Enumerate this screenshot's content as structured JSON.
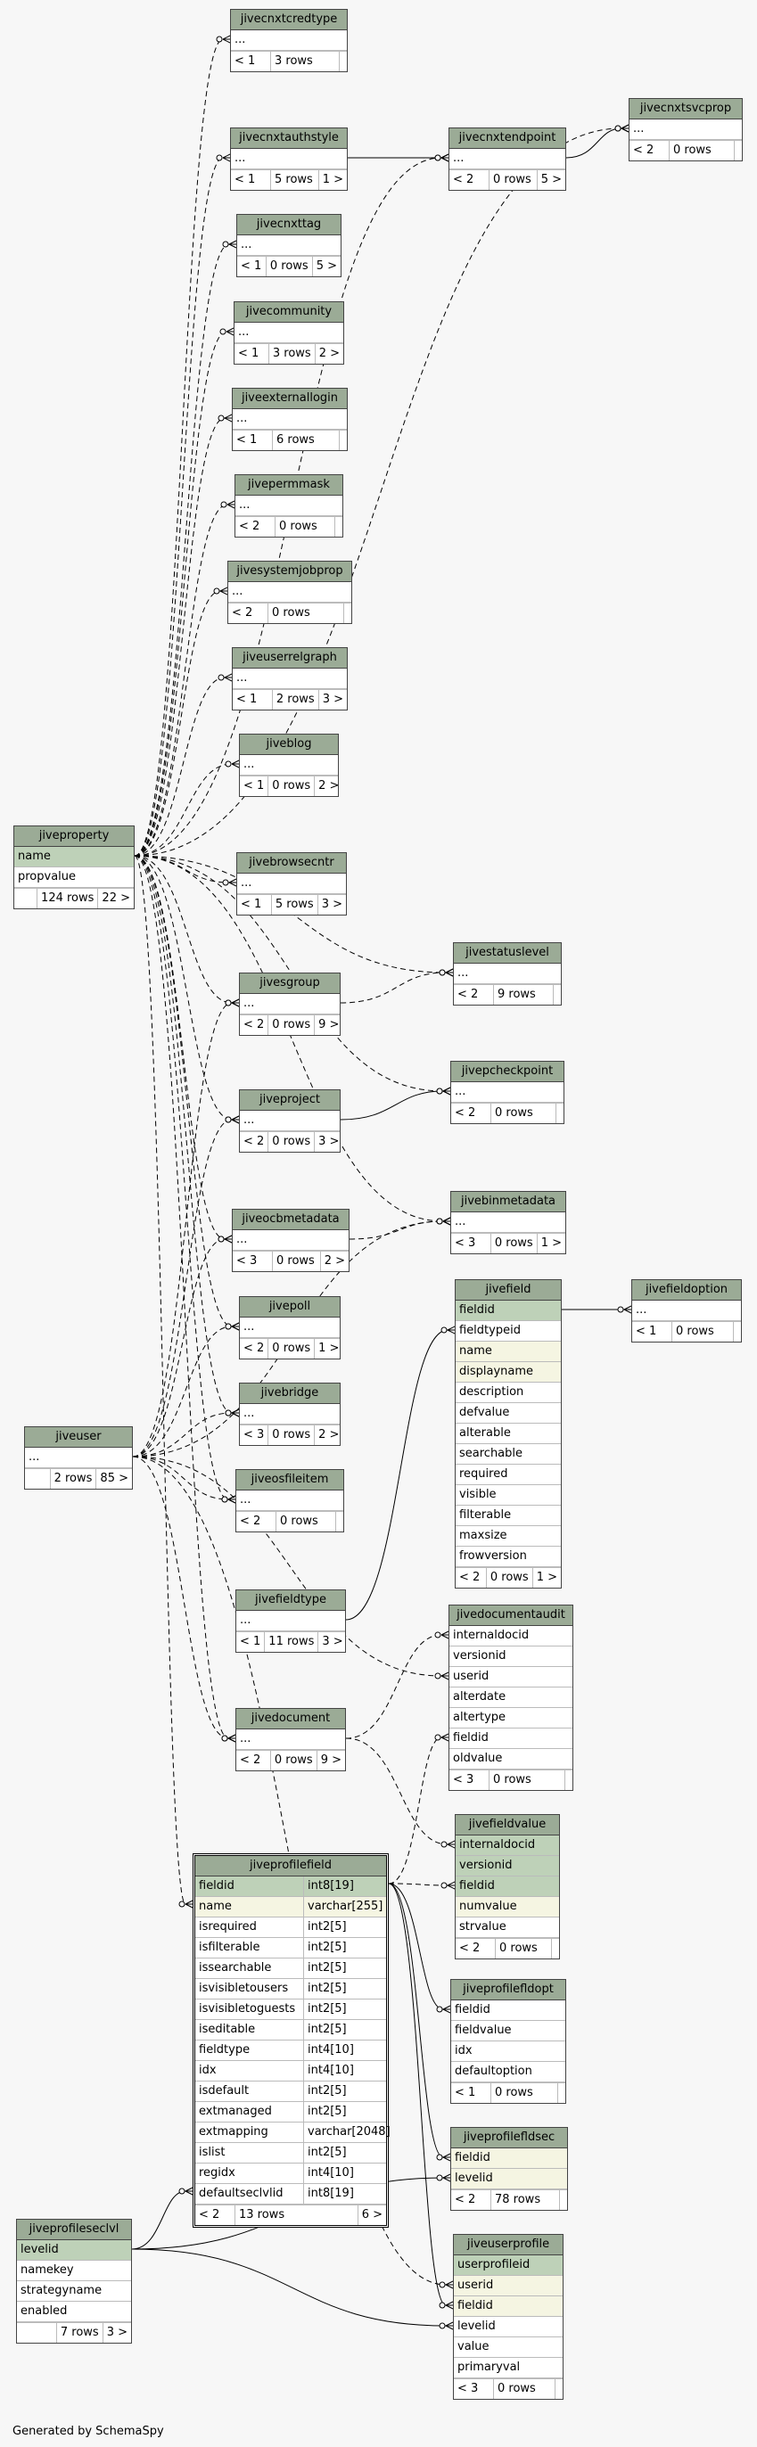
{
  "footer": "Generated by SchemaSpy",
  "tables": [
    {
      "id": "jivecnxtcredtype",
      "title": "jivecnxtcredtype",
      "rows": [
        {
          "n": "..."
        }
      ],
      "foot": [
        "< 1",
        "3 rows",
        ""
      ]
    },
    {
      "id": "jivecnxtauthstyle",
      "title": "jivecnxtauthstyle",
      "rows": [
        {
          "n": "..."
        }
      ],
      "foot": [
        "< 1",
        "5 rows",
        "1 >"
      ]
    },
    {
      "id": "jivecnxtendpoint",
      "title": "jivecnxtendpoint",
      "rows": [
        {
          "n": "..."
        }
      ],
      "foot": [
        "< 2",
        "0 rows",
        "5 >"
      ]
    },
    {
      "id": "jivecnxtsvcprop",
      "title": "jivecnxtsvcprop",
      "rows": [
        {
          "n": "..."
        }
      ],
      "foot": [
        "< 2",
        "0 rows",
        ""
      ]
    },
    {
      "id": "jivecnxttag",
      "title": "jivecnxttag",
      "rows": [
        {
          "n": "..."
        }
      ],
      "foot": [
        "< 1",
        "0 rows",
        "5 >"
      ]
    },
    {
      "id": "jivecommunity",
      "title": "jivecommunity",
      "rows": [
        {
          "n": "..."
        }
      ],
      "foot": [
        "< 1",
        "3 rows",
        "2 >"
      ]
    },
    {
      "id": "jiveexternallogin",
      "title": "jiveexternallogin",
      "rows": [
        {
          "n": "..."
        }
      ],
      "foot": [
        "< 1",
        "6 rows",
        ""
      ]
    },
    {
      "id": "jivepermmask",
      "title": "jivepermmask",
      "rows": [
        {
          "n": "..."
        }
      ],
      "foot": [
        "< 2",
        "0 rows",
        ""
      ]
    },
    {
      "id": "jivesystemjobprop",
      "title": "jivesystemjobprop",
      "rows": [
        {
          "n": "..."
        }
      ],
      "foot": [
        "< 2",
        "0 rows",
        ""
      ]
    },
    {
      "id": "jiveuserrelgraph",
      "title": "jiveuserrelgraph",
      "rows": [
        {
          "n": "..."
        }
      ],
      "foot": [
        "< 1",
        "2 rows",
        "3 >"
      ]
    },
    {
      "id": "jiveblog",
      "title": "jiveblog",
      "rows": [
        {
          "n": "..."
        }
      ],
      "foot": [
        "< 1",
        "0 rows",
        "2 >"
      ]
    },
    {
      "id": "jiveproperty",
      "title": "jiveproperty",
      "rows": [
        {
          "n": "name",
          "c": "pk"
        },
        {
          "n": "propvalue"
        }
      ],
      "foot": [
        "",
        "124 rows",
        "22 >"
      ]
    },
    {
      "id": "jivebrowsecntr",
      "title": "jivebrowsecntr",
      "rows": [
        {
          "n": "..."
        }
      ],
      "foot": [
        "< 1",
        "5 rows",
        "3 >"
      ]
    },
    {
      "id": "jivestatuslevel",
      "title": "jivestatuslevel",
      "rows": [
        {
          "n": "..."
        }
      ],
      "foot": [
        "< 2",
        "9 rows",
        ""
      ]
    },
    {
      "id": "jivesgroup",
      "title": "jivesgroup",
      "rows": [
        {
          "n": "..."
        }
      ],
      "foot": [
        "< 2",
        "0 rows",
        "9 >"
      ]
    },
    {
      "id": "jivepcheckpoint",
      "title": "jivepcheckpoint",
      "rows": [
        {
          "n": "..."
        }
      ],
      "foot": [
        "< 2",
        "0 rows",
        ""
      ]
    },
    {
      "id": "jiveproject",
      "title": "jiveproject",
      "rows": [
        {
          "n": "..."
        }
      ],
      "foot": [
        "< 2",
        "0 rows",
        "3 >"
      ]
    },
    {
      "id": "jivebinmetadata",
      "title": "jivebinmetadata",
      "rows": [
        {
          "n": "..."
        }
      ],
      "foot": [
        "< 3",
        "0 rows",
        "1 >"
      ]
    },
    {
      "id": "jiveocbmetadata",
      "title": "jiveocbmetadata",
      "rows": [
        {
          "n": "..."
        }
      ],
      "foot": [
        "< 3",
        "0 rows",
        "2 >"
      ]
    },
    {
      "id": "jivefield",
      "title": "jivefield",
      "rows": [
        {
          "n": "fieldid",
          "c": "pk"
        },
        {
          "n": "fieldtypeid"
        },
        {
          "n": "name",
          "c": "idx"
        },
        {
          "n": "displayname",
          "c": "idx"
        },
        {
          "n": "description"
        },
        {
          "n": "defvalue"
        },
        {
          "n": "alterable"
        },
        {
          "n": "searchable"
        },
        {
          "n": "required"
        },
        {
          "n": "visible"
        },
        {
          "n": "filterable"
        },
        {
          "n": "maxsize"
        },
        {
          "n": "frowversion"
        }
      ],
      "foot": [
        "< 2",
        "0 rows",
        "1 >"
      ]
    },
    {
      "id": "jivefieldoption",
      "title": "jivefieldoption",
      "rows": [
        {
          "n": "..."
        }
      ],
      "foot": [
        "< 1",
        "0 rows",
        ""
      ]
    },
    {
      "id": "jivepoll",
      "title": "jivepoll",
      "rows": [
        {
          "n": "..."
        }
      ],
      "foot": [
        "< 2",
        "0 rows",
        "1 >"
      ]
    },
    {
      "id": "jivebridge",
      "title": "jivebridge",
      "rows": [
        {
          "n": "..."
        }
      ],
      "foot": [
        "< 3",
        "0 rows",
        "2 >"
      ]
    },
    {
      "id": "jiveuser",
      "title": "jiveuser",
      "rows": [
        {
          "n": "..."
        }
      ],
      "foot": [
        "",
        "2 rows",
        "85 >"
      ]
    },
    {
      "id": "jiveosfileitem",
      "title": "jiveosfileitem",
      "rows": [
        {
          "n": "..."
        }
      ],
      "foot": [
        "< 2",
        "0 rows",
        ""
      ]
    },
    {
      "id": "jivefieldtype",
      "title": "jivefieldtype",
      "rows": [
        {
          "n": "..."
        }
      ],
      "foot": [
        "< 1",
        "11 rows",
        "3 >"
      ]
    },
    {
      "id": "jivedocumentaudit",
      "title": "jivedocumentaudit",
      "rows": [
        {
          "n": "internaldocid"
        },
        {
          "n": "versionid"
        },
        {
          "n": "userid"
        },
        {
          "n": "alterdate"
        },
        {
          "n": "altertype"
        },
        {
          "n": "fieldid"
        },
        {
          "n": "oldvalue"
        }
      ],
      "foot": [
        "< 3",
        "0 rows",
        ""
      ]
    },
    {
      "id": "jivedocument",
      "title": "jivedocument",
      "rows": [
        {
          "n": "..."
        }
      ],
      "foot": [
        "< 2",
        "0 rows",
        "9 >"
      ]
    },
    {
      "id": "jivefieldvalue",
      "title": "jivefieldvalue",
      "rows": [
        {
          "n": "internaldocid",
          "c": "pk"
        },
        {
          "n": "versionid",
          "c": "pk"
        },
        {
          "n": "fieldid",
          "c": "pk"
        },
        {
          "n": "numvalue",
          "c": "idx"
        },
        {
          "n": "strvalue"
        }
      ],
      "foot": [
        "< 2",
        "0 rows",
        ""
      ]
    },
    {
      "id": "jiveprofilefield",
      "title": "jiveprofilefield",
      "focus": true,
      "rows": [
        {
          "n": "fieldid",
          "t": "int8[19]",
          "c": "pk"
        },
        {
          "n": "name",
          "t": "varchar[255]",
          "c": "idx"
        },
        {
          "n": "isrequired",
          "t": "int2[5]"
        },
        {
          "n": "isfilterable",
          "t": "int2[5]"
        },
        {
          "n": "issearchable",
          "t": "int2[5]"
        },
        {
          "n": "isvisibletousers",
          "t": "int2[5]"
        },
        {
          "n": "isvisibletoguests",
          "t": "int2[5]"
        },
        {
          "n": "iseditable",
          "t": "int2[5]"
        },
        {
          "n": "fieldtype",
          "t": "int4[10]"
        },
        {
          "n": "idx",
          "t": "int4[10]"
        },
        {
          "n": "isdefault",
          "t": "int2[5]"
        },
        {
          "n": "extmanaged",
          "t": "int2[5]"
        },
        {
          "n": "extmapping",
          "t": "varchar[2048]"
        },
        {
          "n": "islist",
          "t": "int2[5]"
        },
        {
          "n": "regidx",
          "t": "int4[10]"
        },
        {
          "n": "defaultseclvlid",
          "t": "int8[19]"
        }
      ],
      "foot": [
        "< 2",
        "13 rows",
        "6 >"
      ]
    },
    {
      "id": "jiveprofilefldopt",
      "title": "jiveprofilefldopt",
      "rows": [
        {
          "n": "fieldid"
        },
        {
          "n": "fieldvalue"
        },
        {
          "n": "idx"
        },
        {
          "n": "defaultoption"
        }
      ],
      "foot": [
        "< 1",
        "0 rows",
        ""
      ]
    },
    {
      "id": "jiveprofilefldsec",
      "title": "jiveprofilefldsec",
      "rows": [
        {
          "n": "fieldid",
          "c": "idx"
        },
        {
          "n": "levelid",
          "c": "idx"
        }
      ],
      "foot": [
        "< 2",
        "78 rows",
        ""
      ]
    },
    {
      "id": "jiveprofileseclvl",
      "title": "jiveprofileseclvl",
      "rows": [
        {
          "n": "levelid",
          "c": "pk"
        },
        {
          "n": "namekey"
        },
        {
          "n": "strategyname"
        },
        {
          "n": "enabled"
        }
      ],
      "foot": [
        "",
        "7 rows",
        "3 >"
      ]
    },
    {
      "id": "jiveuserprofile",
      "title": "jiveuserprofile",
      "rows": [
        {
          "n": "userprofileid",
          "c": "pk"
        },
        {
          "n": "userid",
          "c": "idx"
        },
        {
          "n": "fieldid",
          "c": "idx"
        },
        {
          "n": "levelid"
        },
        {
          "n": "value"
        },
        {
          "n": "primaryval"
        }
      ],
      "foot": [
        "< 3",
        "0 rows",
        ""
      ]
    }
  ],
  "colors": {
    "header": "#9bab96",
    "pk": "#bed1b8",
    "idx": "#f5f5e2",
    "background": "#f7f7f7",
    "edge": "#000000"
  }
}
